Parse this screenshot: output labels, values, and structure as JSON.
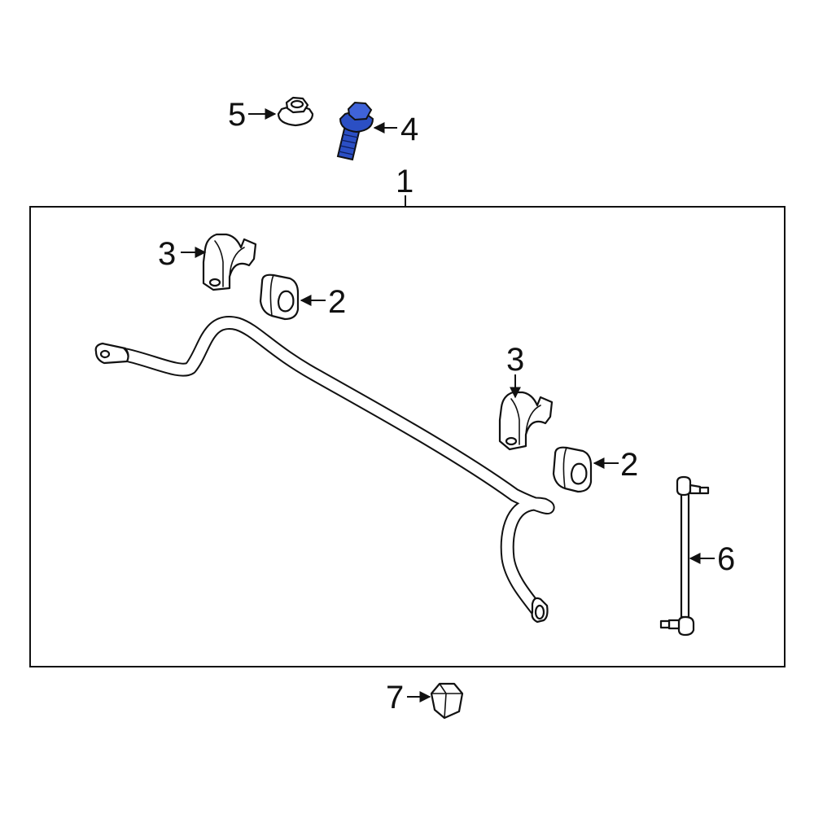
{
  "callouts": {
    "c1": "1",
    "c2a": "2",
    "c2b": "2",
    "c3a": "3",
    "c3b": "3",
    "c4": "4",
    "c5": "5",
    "c6": "6",
    "c7": "7"
  },
  "colors": {
    "highlight": "#2b4fc4",
    "line": "#111111",
    "background": "#ffffff"
  }
}
